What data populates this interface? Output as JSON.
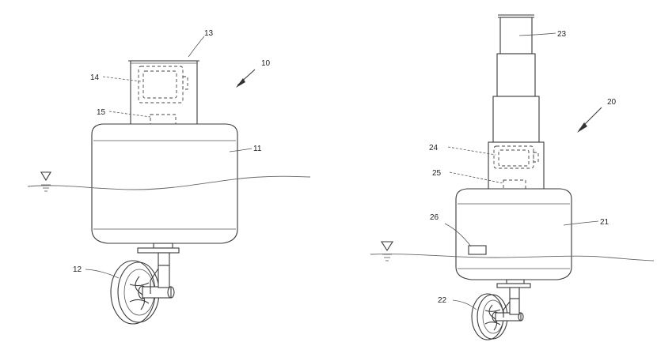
{
  "figure": {
    "left_device": {
      "label": "10",
      "parts": {
        "body": "11",
        "thruster": "12",
        "top_plate": "13",
        "module_upper": "14",
        "module_lower": "15"
      }
    },
    "right_device": {
      "label": "20",
      "parts": {
        "body": "21",
        "thruster": "22",
        "mast": "23",
        "module_upper": "24",
        "module_lower": "25",
        "sensor": "26"
      }
    },
    "water_symbol": "water-level-triangle-icon"
  }
}
